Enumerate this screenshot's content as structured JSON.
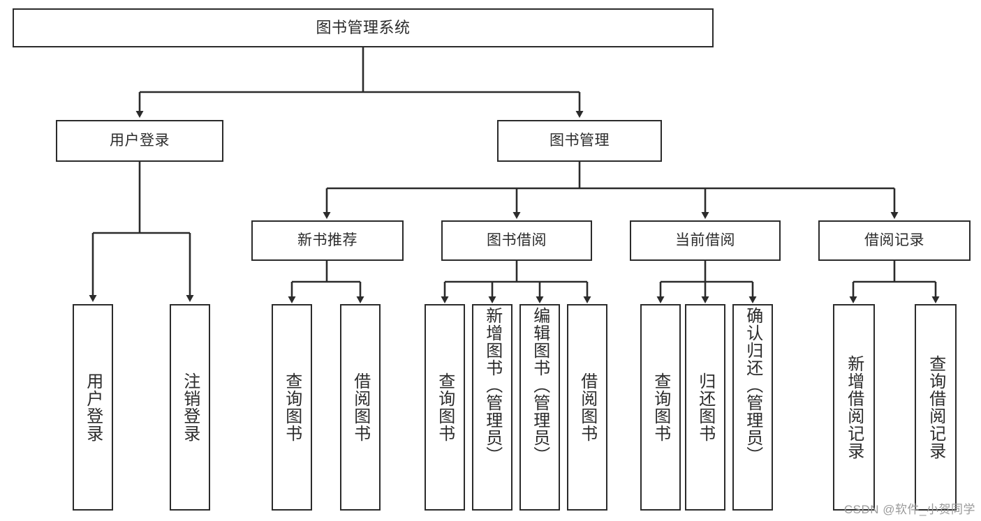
{
  "diagram": {
    "title": "图书管理系统",
    "type": "tree",
    "root": {
      "id": "root",
      "label": "图书管理系统"
    },
    "level2": [
      {
        "id": "user-login",
        "label": "用户登录"
      },
      {
        "id": "book-manage",
        "label": "图书管理"
      }
    ],
    "level3": [
      {
        "id": "new-book-rec",
        "label": "新书推荐"
      },
      {
        "id": "book-borrow",
        "label": "图书借阅"
      },
      {
        "id": "current-borrow",
        "label": "当前借阅"
      },
      {
        "id": "borrow-record",
        "label": "借阅记录"
      }
    ],
    "leaves": [
      {
        "id": "leaf-user-login",
        "label": "用户登录",
        "parent": "user-login"
      },
      {
        "id": "leaf-logout",
        "label": "注销登录",
        "parent": "user-login"
      },
      {
        "id": "leaf-query-book-1",
        "label": "查询图书",
        "parent": "new-book-rec"
      },
      {
        "id": "leaf-borrow-book-1",
        "label": "借阅图书",
        "parent": "new-book-rec"
      },
      {
        "id": "leaf-query-book-2",
        "label": "查询图书",
        "parent": "book-borrow"
      },
      {
        "id": "leaf-add-book",
        "label": "新增图书（管理员）",
        "parent": "book-borrow"
      },
      {
        "id": "leaf-edit-book",
        "label": "编辑图书（管理员）",
        "parent": "book-borrow"
      },
      {
        "id": "leaf-borrow-book-2",
        "label": "借阅图书",
        "parent": "book-borrow"
      },
      {
        "id": "leaf-query-book-3",
        "label": "查询图书",
        "parent": "current-borrow"
      },
      {
        "id": "leaf-return-book",
        "label": "归还图书",
        "parent": "current-borrow"
      },
      {
        "id": "leaf-confirm-return",
        "label": "确认归还（管理员）",
        "parent": "current-borrow"
      },
      {
        "id": "leaf-add-record",
        "label": "新增借阅记录",
        "parent": "borrow-record"
      },
      {
        "id": "leaf-query-record",
        "label": "查询借阅记录",
        "parent": "borrow-record"
      }
    ]
  },
  "watermark": {
    "text": "CSDN @软件_小贺同学"
  },
  "colors": {
    "stroke": "#2b2b2b",
    "background": "#ffffff",
    "text": "#2b2b2b",
    "watermark": "#9a9a9a"
  }
}
